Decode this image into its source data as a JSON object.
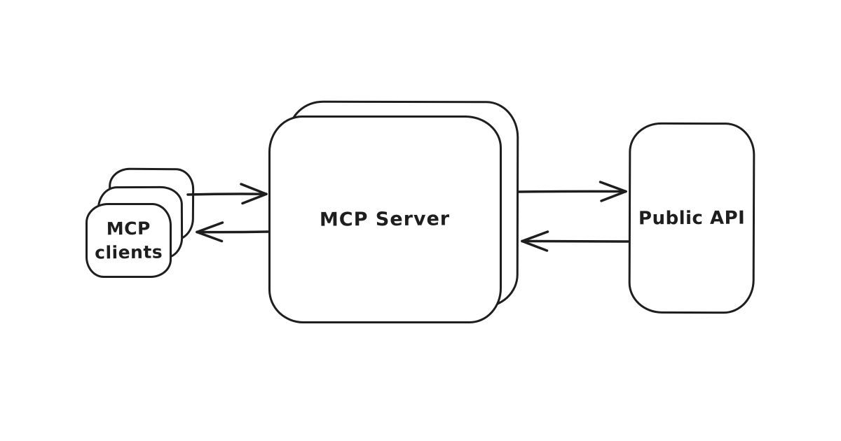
{
  "canvas": {
    "background": "#ffffff",
    "stroke_color": "#1e1e1e",
    "style": "hand-drawn whiteboard diagram"
  },
  "nodes": {
    "clients": {
      "label": "MCP clients",
      "line1": "MCP",
      "line2": "clients",
      "shape": "stack-of-3-rounded-cards"
    },
    "server": {
      "label": "MCP Server",
      "shape": "stack-of-2-rounded-boxes"
    },
    "api": {
      "label": "Public API",
      "shape": "rounded-box"
    }
  },
  "edges": [
    {
      "from": "MCP clients",
      "to": "MCP Server",
      "direction": "right"
    },
    {
      "from": "MCP Server",
      "to": "MCP clients",
      "direction": "left"
    },
    {
      "from": "MCP Server",
      "to": "Public API",
      "direction": "right"
    },
    {
      "from": "Public API",
      "to": "MCP Server",
      "direction": "left"
    }
  ]
}
